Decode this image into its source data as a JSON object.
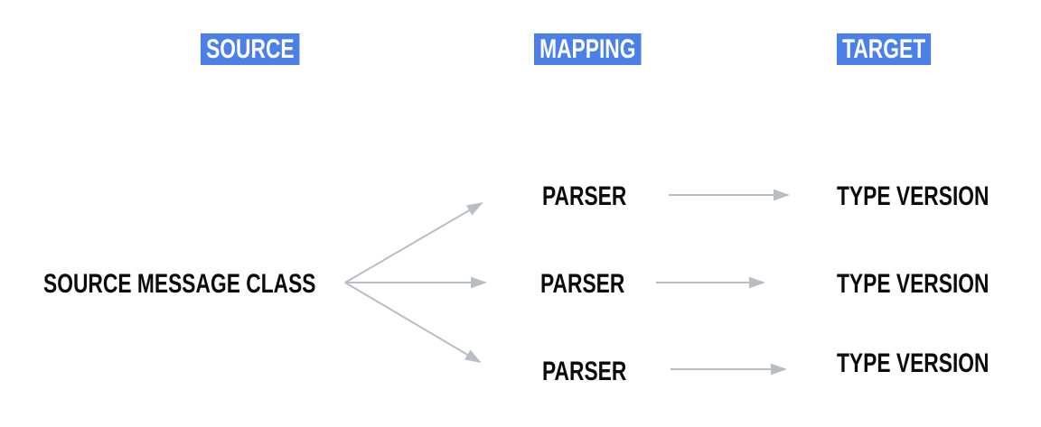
{
  "diagram": {
    "columns": [
      {
        "label": "SOURCE"
      },
      {
        "label": "MAPPING"
      },
      {
        "label": "TARGET"
      }
    ],
    "source_node": {
      "label": "SOURCE MESSAGE CLASS"
    },
    "rows": [
      {
        "parser_label": "PARSER",
        "target_label": "TYPE VERSION"
      },
      {
        "parser_label": "PARSER",
        "target_label": "TYPE VERSION"
      },
      {
        "parser_label": "PARSER",
        "target_label": "TYPE VERSION"
      }
    ],
    "colors": {
      "header_bg": "#4a80e8",
      "header_text": "#ffffff",
      "node_text": "#0b0b0b",
      "arrow": "#b9bdc4"
    }
  }
}
